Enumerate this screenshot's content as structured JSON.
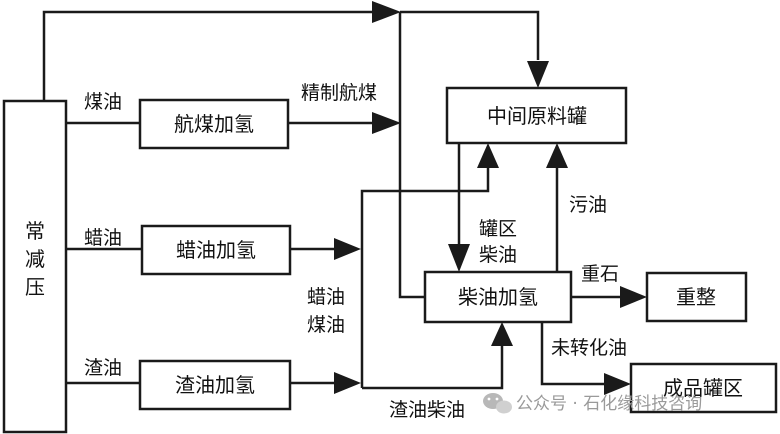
{
  "boxes": {
    "distillation_char1": "常",
    "distillation_char2": "减",
    "distillation_char3": "压",
    "jet_hydro": "航煤加氢",
    "wax_hydro": "蜡油加氢",
    "residue_hydro": "渣油加氢",
    "intermediate_tank": "中间原料罐",
    "diesel_hydro": "柴油加氢",
    "reforming": "重整",
    "product_tank": "成品罐区"
  },
  "labels": {
    "kerosene": "煤油",
    "wax_oil": "蜡油",
    "residue_oil": "渣油",
    "refined_jet": "精制航煤",
    "tank_area": "罐区",
    "diesel": "柴油",
    "dirty_oil": "污油",
    "heavy_naphtha": "重石",
    "unconverted_oil": "未转化油",
    "wax_oil_v": "蜡油",
    "kerosene_v": "煤油",
    "residue_diesel": "渣油柴油"
  },
  "watermark": {
    "text": "公众号 · 石化缘科技咨询",
    "icon": "wechat-icon"
  },
  "colors": {
    "ink": "#1a1a1a",
    "watermark": "#9a9a9a"
  }
}
